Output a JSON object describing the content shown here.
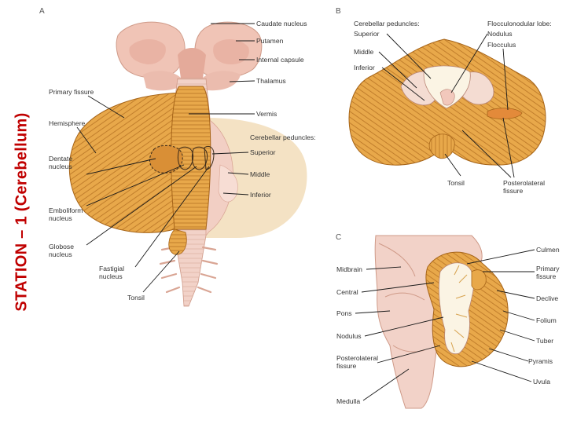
{
  "side_title": "STATION – 1 (Cerebellum)",
  "panel_a": {
    "letter": "A",
    "labels": {
      "caudate": "Caudate nucleus",
      "putamen": "Putamen",
      "internal_capsule": "Internal capsule",
      "thalamus": "Thalamus",
      "primary_fissure": "Primary fissure",
      "vermis": "Vermis",
      "hemisphere": "Hemisphere",
      "peduncles": "Cerebellar peduncles:",
      "superior": "Superior",
      "middle": "Middle",
      "inferior": "Inferior",
      "dentate_1": "Dentate",
      "dentate_2": "nucleus",
      "emboliform_1": "Emboliform",
      "emboliform_2": "nucleus",
      "globose_1": "Globose",
      "globose_2": "nucleus",
      "fastigial_1": "Fastigial",
      "fastigial_2": "nucleus",
      "tonsil": "Tonsil"
    }
  },
  "panel_b": {
    "letter": "B",
    "labels": {
      "peduncles": "Cerebellar peduncles:",
      "superior": "Superior",
      "middle": "Middle",
      "inferior": "Inferior",
      "flocculonodular": "Flocculonodular lobe:",
      "nodulus": "Nodulus",
      "flocculus": "Flocculus",
      "tonsil": "Tonsil",
      "posterolateral_1": "Posterolateral",
      "posterolateral_2": "fissure"
    }
  },
  "panel_c": {
    "letter": "C",
    "labels": {
      "midbrain": "Midbrain",
      "central": "Central",
      "pons": "Pons",
      "nodulus": "Nodulus",
      "posterolateral_1": "Posterolateral",
      "posterolateral_2": "fissure",
      "medulla": "Medulla",
      "culmen": "Culmen",
      "primary_1": "Primary",
      "primary_2": "fissure",
      "declive": "Declive",
      "folium": "Folium",
      "tuber": "Tuber",
      "pyramis": "Pyramis",
      "uvula": "Uvula"
    }
  },
  "colors": {
    "title": "#c00000",
    "cerebellum": "#e8a84a",
    "folia_line": "#b87424",
    "brainstem": "#f2d2c8",
    "peduncle_bg": "#f4e2c4",
    "white_matter": "#fbf4e4"
  }
}
